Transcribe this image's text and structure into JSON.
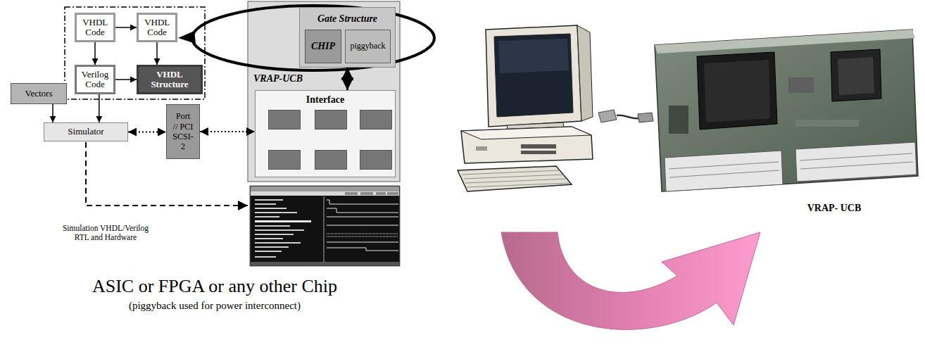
{
  "diagram": {
    "nodes": [
      {
        "text": [
          "VHDL Code"
        ]
      },
      {
        "text": [
          "VHDL Code"
        ]
      },
      {
        "text": [
          "Verilog Code"
        ]
      },
      {
        "text": [
          "VHDL Structure"
        ]
      },
      {
        "text": [
          "VRAP-UCB"
        ]
      },
      {
        "text": [
          "Gate Structure"
        ],
        "in": 4
      },
      {
        "text": [
          "CHIP"
        ],
        "in": 5
      },
      {
        "text": [
          "piggyback"
        ],
        "in": 5
      },
      {
        "text": [
          "Interface"
        ],
        "in": 4
      },
      {
        "text": [
          "Vectors"
        ]
      },
      {
        "text": [
          "Simulator"
        ]
      },
      {
        "text": [
          "Port // PCI SCSI-2"
        ]
      }
    ],
    "edges": [
      {
        "from": 0,
        "to": 1,
        "arrow": "to"
      },
      {
        "from": 0,
        "to": 2,
        "arrow": "to"
      },
      {
        "from": 1,
        "to": 3,
        "arrow": "to"
      },
      {
        "from": 2,
        "to": 3,
        "arrow": "to"
      },
      {
        "from": 5,
        "to": 8,
        "arrow": "both"
      },
      {
        "from": 9,
        "to": 10,
        "arrow": "to"
      },
      {
        "from": 2,
        "to": 10,
        "arrow": "to"
      },
      {
        "from": 10,
        "to": 11,
        "arrow": "both"
      },
      {
        "from": 11,
        "to": 8,
        "arrow": "both"
      }
    ],
    "labels": [
      "Simulation VHDL/Verilog RTL and Hardware",
      "ASIC or FPGA or any other Chip",
      "(piggyback used for power interconnect)",
      "VRAP- UCB"
    ]
  }
}
